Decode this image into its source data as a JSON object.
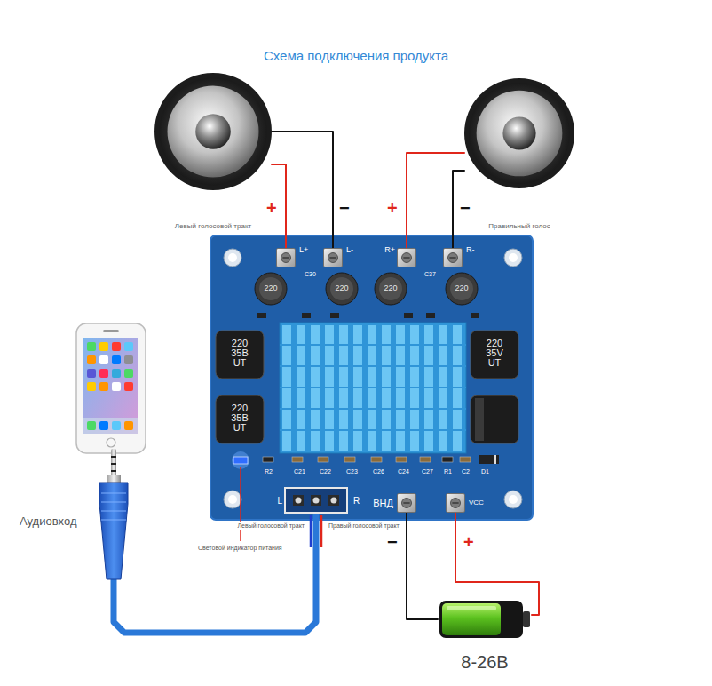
{
  "diagram": {
    "title": "Схема подключения продукта",
    "nodes": [
      {
        "text": [
          "Левый голосовой тракт"
        ]
      },
      {
        "text": [
          "Правильный голос"
        ]
      },
      {
        "text": [
          "C30",
          "C37",
          "R2",
          "C21",
          "C22",
          "C23",
          "C26",
          "C24",
          "C27",
          "R1",
          "C2",
          "D1"
        ]
      },
      {
        "text": [
          "L+"
        ],
        "in": 2
      },
      {
        "text": [
          "L-"
        ],
        "in": 2
      },
      {
        "text": [
          "R+"
        ],
        "in": 2
      },
      {
        "text": [
          "R-"
        ],
        "in": 2
      },
      {
        "text": [
          "L",
          "R"
        ],
        "in": 2
      },
      {
        "text": [
          "ВНД"
        ],
        "in": 2
      },
      {
        "text": [
          "VCC"
        ],
        "in": 2
      },
      {
        "text": [
          "Аудиовход"
        ]
      },
      {
        "text": [
          "8-26В"
        ]
      }
    ],
    "edges": [
      {
        "from": 0,
        "to": 3,
        "arrow": "none",
        "label": "+"
      },
      {
        "from": 0,
        "to": 4,
        "arrow": "none",
        "label": "−"
      },
      {
        "from": 1,
        "to": 5,
        "arrow": "none",
        "label": "+"
      },
      {
        "from": 1,
        "to": 6,
        "arrow": "none",
        "label": "−"
      },
      {
        "from": 10,
        "to": 7,
        "arrow": "none"
      },
      {
        "from": 11,
        "to": 8,
        "arrow": "none",
        "label": "−"
      },
      {
        "from": 11,
        "to": 9,
        "arrow": "none",
        "label": "+"
      }
    ],
    "labels": [
      "220",
      "220",
      "220",
      "220",
      "220 35B UT",
      "220 35B UT",
      "220 35V UT",
      "Левый голосовой тракт",
      "Правый голосовой тракт",
      "Световой индикатор питания"
    ]
  }
}
